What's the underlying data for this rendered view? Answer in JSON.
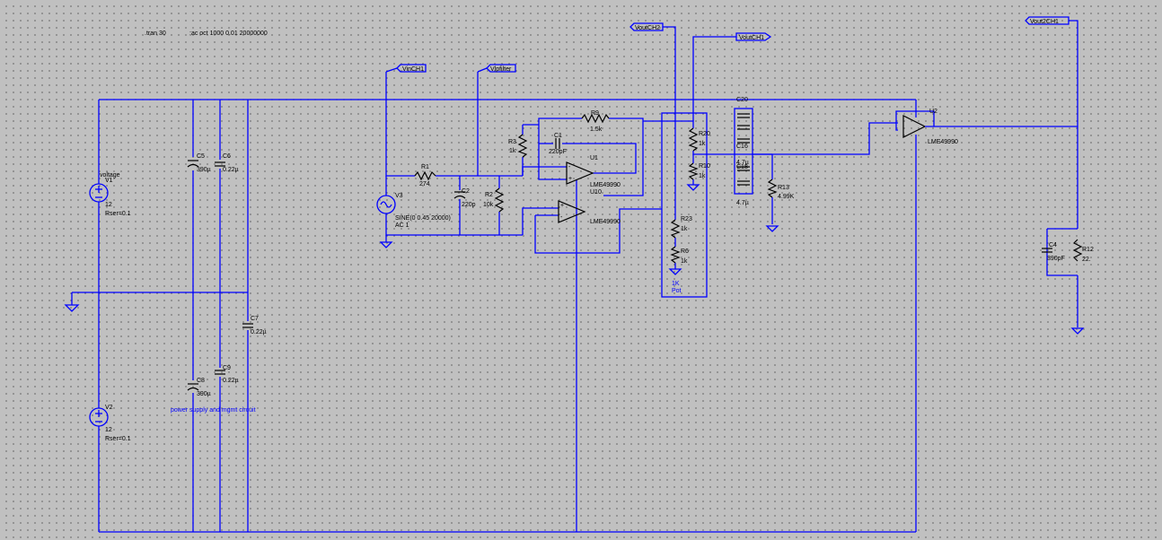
{
  "directives": [
    ".tran 30",
    ";ac oct 1000 0.01 20000000"
  ],
  "net_labels": [
    "VoutCH2",
    "VoutCH1",
    "VinCH1",
    "Vlpfilter",
    "Vout2CH1"
  ],
  "components": {
    "V1": {
      "ref": "V1",
      "name": "voltage",
      "value": "12",
      "extra": "Rser=0.1"
    },
    "V2": {
      "ref": "V2",
      "value": "12",
      "extra": "Rser=0.1"
    },
    "V3": {
      "ref": "V3",
      "value": "SINE(0 0.45 20000)",
      "extra": "AC 1"
    },
    "C5": {
      "ref": "C5",
      "value": "390µ"
    },
    "C6": {
      "ref": "C6",
      "value": "0.22µ"
    },
    "C7": {
      "ref": "C7",
      "value": "0.22µ"
    },
    "C8": {
      "ref": "C8",
      "value": "390µ"
    },
    "C9": {
      "ref": "C9",
      "value": "0.22µ"
    },
    "C1": {
      "ref": "C1",
      "value": "220pF"
    },
    "C2": {
      "ref": "C2",
      "value": "220p"
    },
    "C4": {
      "ref": "C4",
      "value": "390pF"
    },
    "R1": {
      "ref": "R1",
      "value": "274"
    },
    "R2": {
      "ref": "R2",
      "value": "10k"
    },
    "R3": {
      "ref": "R3",
      "value": "1k"
    },
    "R9": {
      "ref": "R9",
      "value": "1.5k"
    },
    "R20": {
      "ref": "R20",
      "value": "1k"
    },
    "R10": {
      "ref": "R10",
      "value": "1k"
    },
    "R23": {
      "ref": "R23",
      "value": "1k"
    },
    "R6": {
      "ref": "R6",
      "value": "1k"
    },
    "R13": {
      "ref": "R13",
      "value": "4.99K"
    },
    "R12": {
      "ref": "R12",
      "value": "22."
    },
    "U1": {
      "ref": "U1",
      "part": "LME49990"
    },
    "U10": {
      "ref": "U10",
      "part": "LME49990"
    },
    "U2": {
      "ref": "U2",
      "part": "LME49990"
    },
    "caps_stack": {
      "refs": [
        "C20",
        "C15",
        "C16",
        "C18"
      ],
      "values": [
        "4.7µ",
        "4.7µ",
        "4.7µ",
        "4.7µ"
      ]
    }
  },
  "pot": {
    "value": "1K",
    "label": "Pot"
  },
  "comment": "power supply and mgmt circuit"
}
